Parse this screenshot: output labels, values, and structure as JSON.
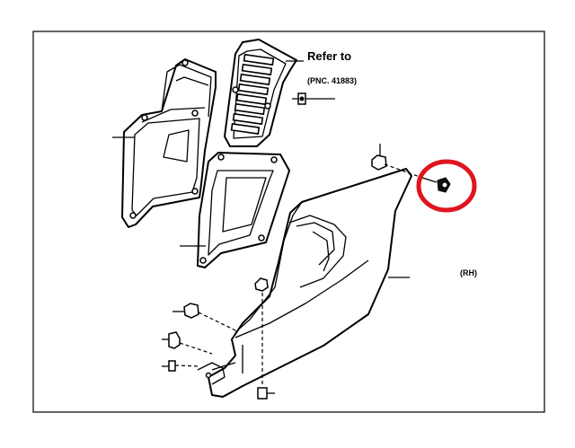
{
  "labels": {
    "refer_to": "Refer to",
    "pnc_ref": "(PNC. 41883)",
    "side_code": "(RH)"
  },
  "colors": {
    "highlight": "#e0141e",
    "line": "#000000",
    "background": "#ffffff"
  },
  "icons": {
    "highlight": "highlight-circle-icon",
    "clip": "clip-icon",
    "screw": "screw-icon"
  }
}
